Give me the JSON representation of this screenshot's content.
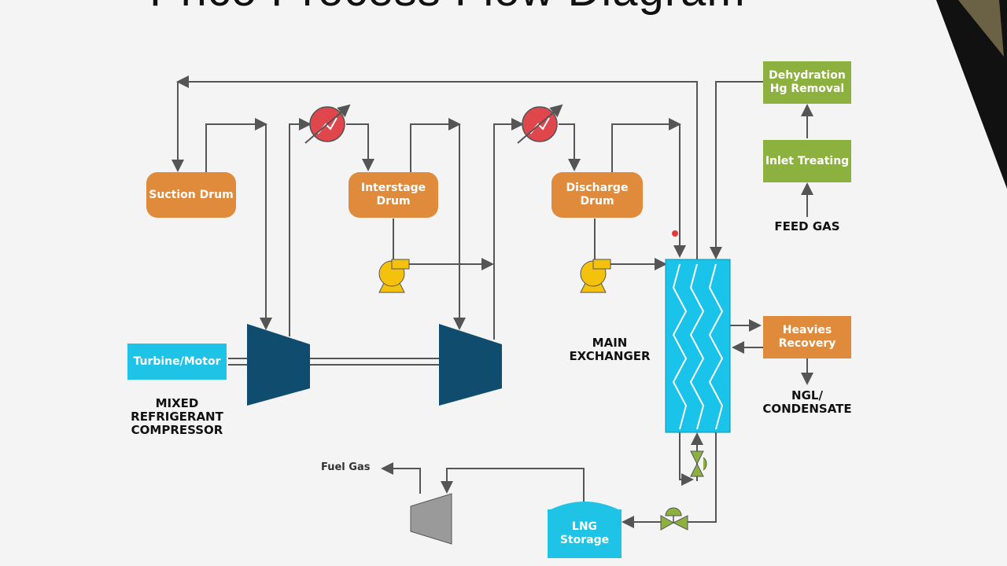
{
  "title": "Prico Process Flow Diagram",
  "blocks": {
    "suction_drum": "Suction Drum",
    "interstage_drum": "Interstage Drum",
    "discharge_drum": "Discharge Drum",
    "dehydration": "Dehydration Hg Removal",
    "inlet_treating": "Inlet Treating",
    "heavies_recovery": "Heavies Recovery",
    "turbine_motor": "Turbine/Motor",
    "lng_storage": "LNG Storage"
  },
  "labels": {
    "feed_gas": "FEED GAS",
    "main_exchanger": "MAIN EXCHANGER",
    "mixed_refrigerant": "MIXED REFRIGERANT COMPRESSOR",
    "ngl": "NGL/ CONDENSATE",
    "fuel_gas": "Fuel Gas"
  },
  "colors": {
    "drum": "#e08a3c",
    "treating": "#8db13f",
    "cyan": "#1ec3e6",
    "compressor": "#0f4c6e",
    "pump": "#f4c20d",
    "cooler": "#e0474c",
    "line": "#555555"
  }
}
